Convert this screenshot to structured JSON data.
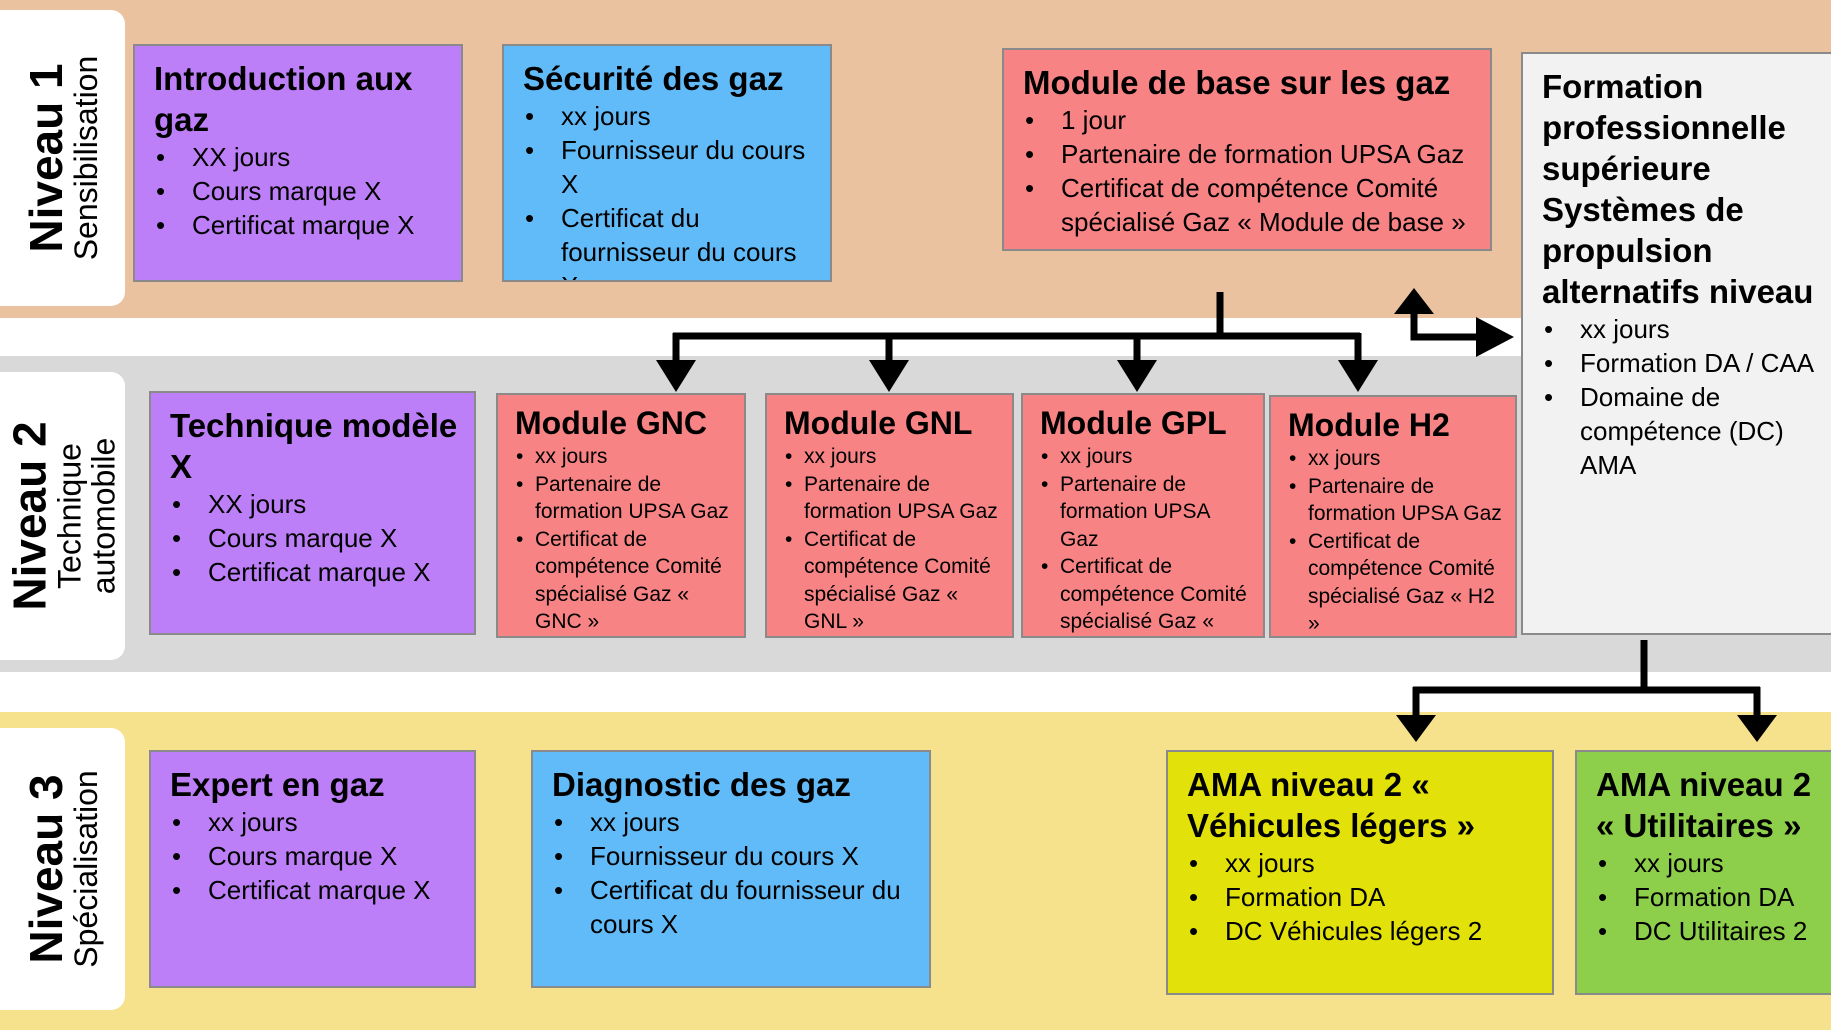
{
  "levels": [
    {
      "title": "Niveau 1",
      "subtitle_lines": [
        "Sensibilisation"
      ]
    },
    {
      "title": "Niveau 2",
      "subtitle_lines": [
        "Technique",
        "automobile"
      ]
    },
    {
      "title": "Niveau 3",
      "subtitle_lines": [
        "Spécialisation"
      ]
    }
  ],
  "level1": {
    "intro": {
      "title": "Introduction aux gaz",
      "items": [
        "XX jours",
        "Cours marque X",
        "Certificat marque X"
      ]
    },
    "securite": {
      "title": "Sécurité des gaz",
      "items": [
        "xx jours",
        "Fournisseur du cours X",
        "Certificat du fournisseur du cours X"
      ]
    },
    "module_base": {
      "title": "Module de base sur les gaz",
      "items": [
        "1 jour",
        "Partenaire de formation UPSA Gaz",
        "Certificat de compétence Comité spécialisé Gaz « Module de base »"
      ]
    }
  },
  "formation_pro": {
    "title": "Formation professionnelle supérieure Systèmes de propulsion alternatifs niveau",
    "items": [
      "xx jours",
      "Formation DA / CAA",
      "Domaine de compétence (DC) AMA"
    ]
  },
  "level2": {
    "technique": {
      "title": "Technique modèle X",
      "items": [
        "XX jours",
        "Cours marque X",
        "Certificat marque X"
      ]
    },
    "gnc": {
      "title": "Module GNC",
      "items": [
        "xx jours",
        "Partenaire de formation UPSA Gaz",
        "Certificat de compétence Comité spécialisé Gaz « GNC »"
      ]
    },
    "gnl": {
      "title": "Module GNL",
      "items": [
        "xx jours",
        "Partenaire de formation UPSA Gaz",
        "Certificat de compétence Comité spécialisé Gaz « GNL »"
      ]
    },
    "gpl": {
      "title": "Module GPL",
      "items": [
        "xx jours",
        "Partenaire de formation UPSA Gaz",
        "Certificat de compétence Comité spécialisé Gaz « GPL »"
      ]
    },
    "h2": {
      "title": "Module H2",
      "items": [
        "xx jours",
        "Partenaire de formation UPSA Gaz",
        "Certificat de compétence Comité spécialisé Gaz « H2 »"
      ]
    }
  },
  "level3": {
    "expert": {
      "title": "Expert en gaz",
      "items": [
        "xx jours",
        "Cours marque X",
        "Certificat marque X"
      ]
    },
    "diagnostic": {
      "title": "Diagnostic des gaz",
      "items": [
        "xx jours",
        "Fournisseur du cours X",
        "Certificat du fournisseur du cours X"
      ]
    },
    "ama_vl": {
      "title": "AMA niveau 2 « Véhicules légers »",
      "items": [
        "xx jours",
        "Formation DA",
        "DC Véhicules légers 2"
      ]
    },
    "ama_util": {
      "title": "AMA niveau 2 « Utilitaires »",
      "items": [
        "xx jours",
        "Formation DA",
        "DC Utilitaires 2"
      ]
    }
  },
  "colors": {
    "band_level1": "#eac29f",
    "band_level2": "#d9d9d9",
    "band_level3": "#f6e18d",
    "purple": "#bd7ff7",
    "blue": "#61bbf9",
    "red": "#f88384",
    "gray": "#f2f2f2",
    "yellow": "#e2e20a",
    "green": "#8dcf4a",
    "arrow": "#000000"
  }
}
